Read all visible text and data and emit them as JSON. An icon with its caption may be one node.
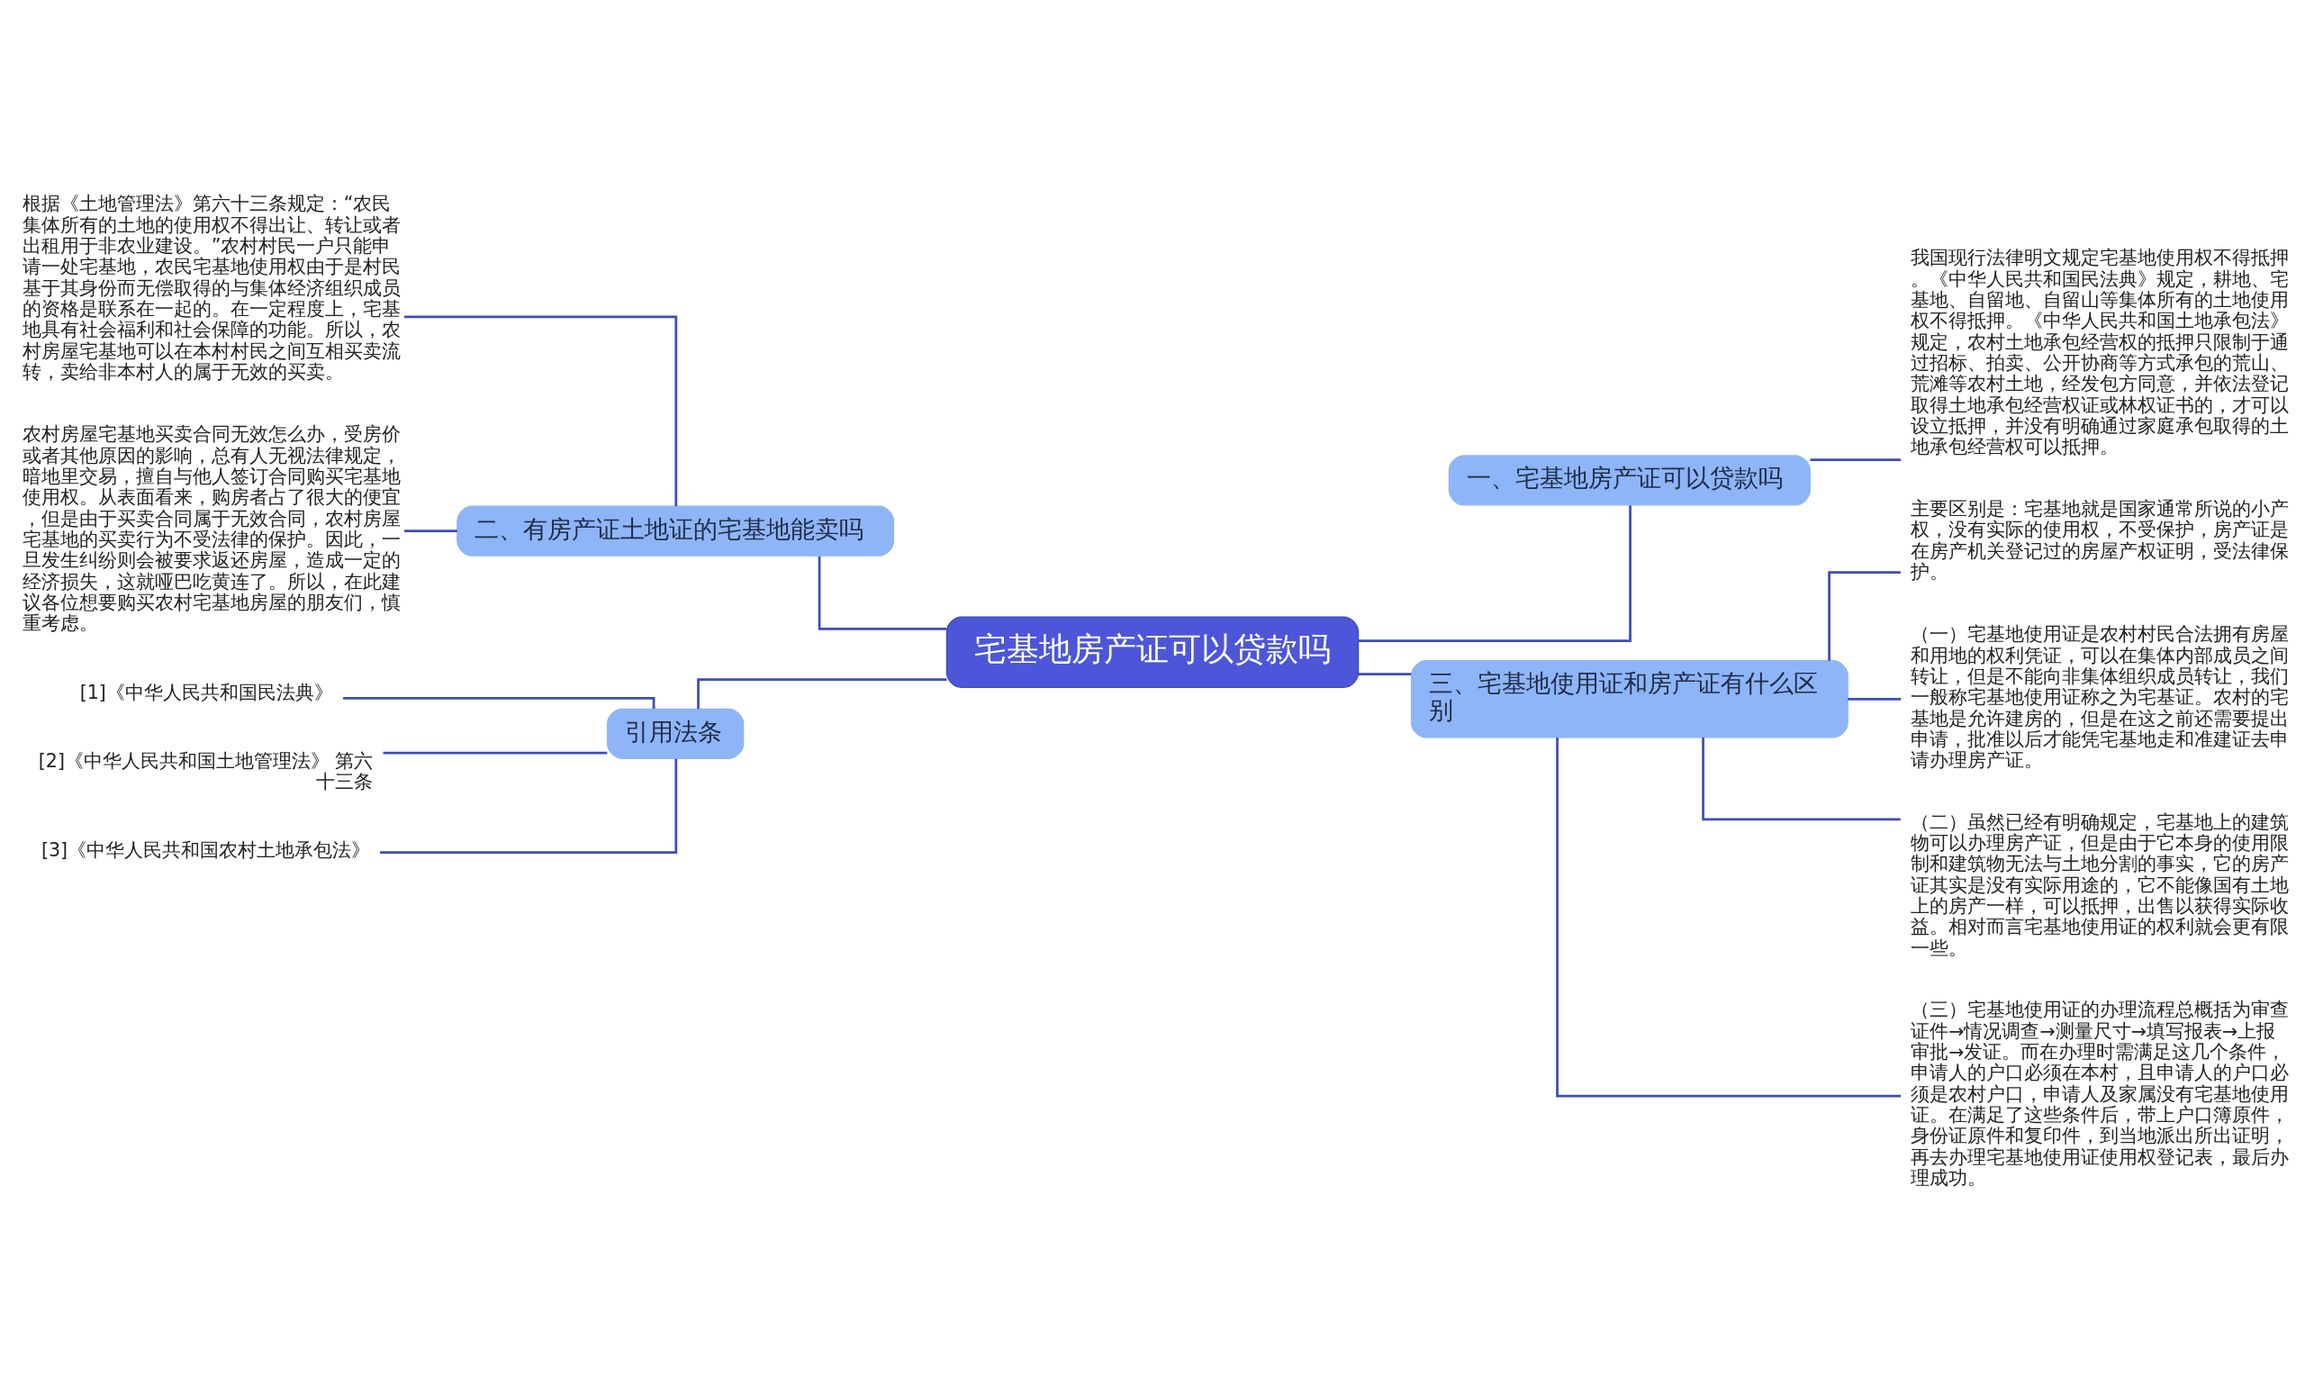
{
  "diagram": {
    "nodes": [
      {
        "text": [
          "宅基地房产证可以贷款吗"
        ]
      },
      {
        "text": [
          "二、有房产证土地证的宅基地能卖吗"
        ]
      },
      {
        "text": [
          "根据《土地管理法》第六十三条规定：“农民集体所有的土地的使用权不得出让、转让或者出租用于非农业建设。”农村村民一户只能申请一处宅基地，农民宅基地使用权由于是村民基于其身份而无偿取得的与集体经济组织成员的资格是联系在一起的。在一定程度上，宅基地具有社会福利和社会保障的功能。所以，农村房屋宅基地可以在本村村民之间互相买卖流转，卖给非本村人的属于无效的买卖。"
        ]
      },
      {
        "text": [
          "农村房屋宅基地买卖合同无效怎么办，受房价或者其他原因的影响，总有人无视法律规定，暗地里交易，擅自与他人签订合同购买宅基地使用权。从表面看来，购房者占了很大的便宜，但是由于买卖合同属于无效合同，农村房屋宅基地的买卖行为不受法律的保护。因此，一旦发生纠纷则会被要求返还房屋，造成一定的经济损失，这就哑巴吃黄连了。所以，在此建议各位想要购买农村宅基地房屋的朋友们，慎重考虑。"
        ]
      },
      {
        "text": [
          "引用法条"
        ]
      },
      {
        "text": [
          "[1]《中华人民共和国民法典》"
        ]
      },
      {
        "text": [
          "[2]《中华人民共和国土地管理法》 第六十三条"
        ]
      },
      {
        "text": [
          "[3]《中华人民共和国农村土地承包法》"
        ]
      },
      {
        "text": [
          "一、宅基地房产证可以贷款吗"
        ]
      },
      {
        "text": [
          "我国现行法律明文规定宅基地使用权不得抵押。《中华人民共和国民法典》规定，耕地、宅基地、自留地、自留山等集体所有的土地使用权不得抵押。《中华人民共和国土地承包法》规定，农村土地承包经营权的抵押只限制于通过招标、拍卖、公开协商等方式承包的荒山、荒滩等农村土地，经发包方同意，并依法登记取得土地承包经营权证或林权证书的，才可以设立抵押，并没有明确通过家庭承包取得的土地承包经营权可以抵押。"
        ]
      },
      {
        "text": [
          "三、宅基地使用证和房产证有什么区别"
        ]
      },
      {
        "text": [
          "主要区别是：宅基地就是国家通常所说的小产权，没有实际的使用权，不受保护，房产证是在房产机关登记过的房屋产权证明，受法律保护。"
        ]
      },
      {
        "text": [
          "（一）宅基地使用证是农村村民合法拥有房屋和用地的权利凭证，可以在集体内部成员之间转让，但是不能向非集体组织成员转让，我们一般称宅基地使用证称之为宅基证。农村的宅基地是允许建房的，但是在这之前还需要提出申请，批准以后才能凭宅基地走和准建证去申请办理房产证。"
        ]
      },
      {
        "text": [
          "（二）虽然已经有明确规定，宅基地上的建筑物可以办理房产证，但是由于它本身的使用限制和建筑物无法与土地分割的事实，它的房产证其实是没有实际用途的，它不能像国有土地上的房产一样，可以抵押，出售以获得实际收益。相对而言宅基地使用证的权利就会更有限一些。"
        ]
      },
      {
        "text": [
          "（三）宅基地使用证的办理流程总概括为审查证件→情况调查→测量尺寸→填写报表→上报审批→发证。而在办理时需满足这几个条件，申请人的户口必须在本村，且申请人的户口必须是农村户口，申请人及家属没有宅基地使用证。在满足了这些条件后，带上户口簿原件，身份证原件和复印件，到当地派出所出证明，再去办理宅基地使用证使用权登记表，最后办理成功。"
        ]
      }
    ],
    "edges": [
      {
        "from": 0,
        "to": 1,
        "arrow": "none"
      },
      {
        "from": 1,
        "to": 2,
        "arrow": "none"
      },
      {
        "from": 1,
        "to": 3,
        "arrow": "none"
      },
      {
        "from": 0,
        "to": 4,
        "arrow": "none"
      },
      {
        "from": 4,
        "to": 5,
        "arrow": "none"
      },
      {
        "from": 4,
        "to": 6,
        "arrow": "none"
      },
      {
        "from": 4,
        "to": 7,
        "arrow": "none"
      },
      {
        "from": 0,
        "to": 8,
        "arrow": "none"
      },
      {
        "from": 8,
        "to": 9,
        "arrow": "none"
      },
      {
        "from": 0,
        "to": 10,
        "arrow": "none"
      },
      {
        "from": 10,
        "to": 11,
        "arrow": "none"
      },
      {
        "from": 10,
        "to": 12,
        "arrow": "none"
      },
      {
        "from": 10,
        "to": 13,
        "arrow": "none"
      },
      {
        "from": 10,
        "to": 14,
        "arrow": "none"
      }
    ]
  }
}
